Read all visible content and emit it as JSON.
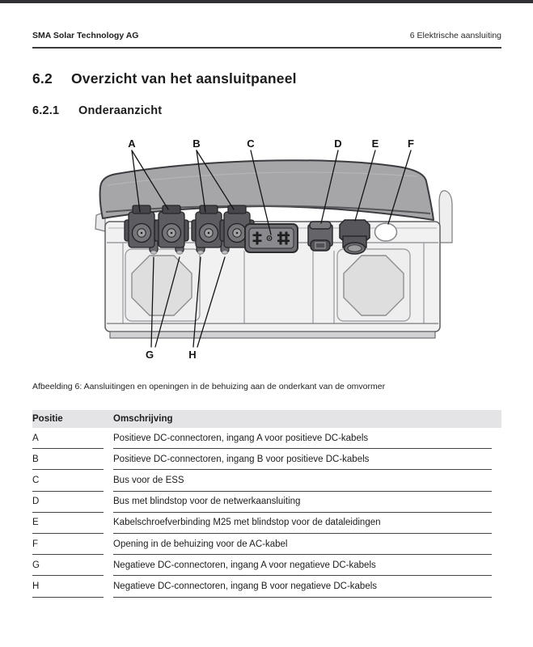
{
  "page_header": {
    "left": "SMA Solar Technology AG",
    "right": "6 Elektrische aansluiting"
  },
  "headings": {
    "section": {
      "number": "6.2",
      "title": "Overzicht van het aansluitpaneel"
    },
    "subsection": {
      "number": "6.2.1",
      "title": "Onderaanzicht"
    }
  },
  "figure": {
    "caption": "Afbeelding 6: Aansluitingen en openingen in de behuizing aan de onderkant van de omvormer",
    "labels": {
      "a": "A",
      "b": "B",
      "c": "C",
      "d": "D",
      "e": "E",
      "f": "F",
      "g": "G",
      "h": "H"
    }
  },
  "table": {
    "headers": [
      "Positie",
      "Omschrijving"
    ],
    "rows": [
      {
        "position": "A",
        "description": "Positieve DC-connectoren, ingang A voor positieve DC-kabels"
      },
      {
        "position": "B",
        "description": "Positieve DC-connectoren, ingang B voor positieve DC-kabels"
      },
      {
        "position": "C",
        "description": "Bus voor de ESS"
      },
      {
        "position": "D",
        "description": "Bus met blindstop voor de netwerkaansluiting"
      },
      {
        "position": "E",
        "description": "Kabelschroefverbinding M25 met blindstop voor de dataleidingen"
      },
      {
        "position": "F",
        "description": "Opening in de behuizing voor de AC-kabel"
      },
      {
        "position": "G",
        "description": "Negatieve DC-connectoren, ingang A voor negatieve DC-kabels"
      },
      {
        "position": "H",
        "description": "Negatieve DC-connectoren, ingang B voor negatieve DC-kabels"
      }
    ]
  },
  "colors": {
    "top_bar": "#313135",
    "header_rule": "#3b3b3e",
    "table_header_bg": "#e4e4e6",
    "row_border": "#434346",
    "lid_gray": "#a6a6a9",
    "fitting_dark_gray": "#5d5d61",
    "body_light_gray": "#f1f1f2",
    "text": "#1c1c1e"
  }
}
